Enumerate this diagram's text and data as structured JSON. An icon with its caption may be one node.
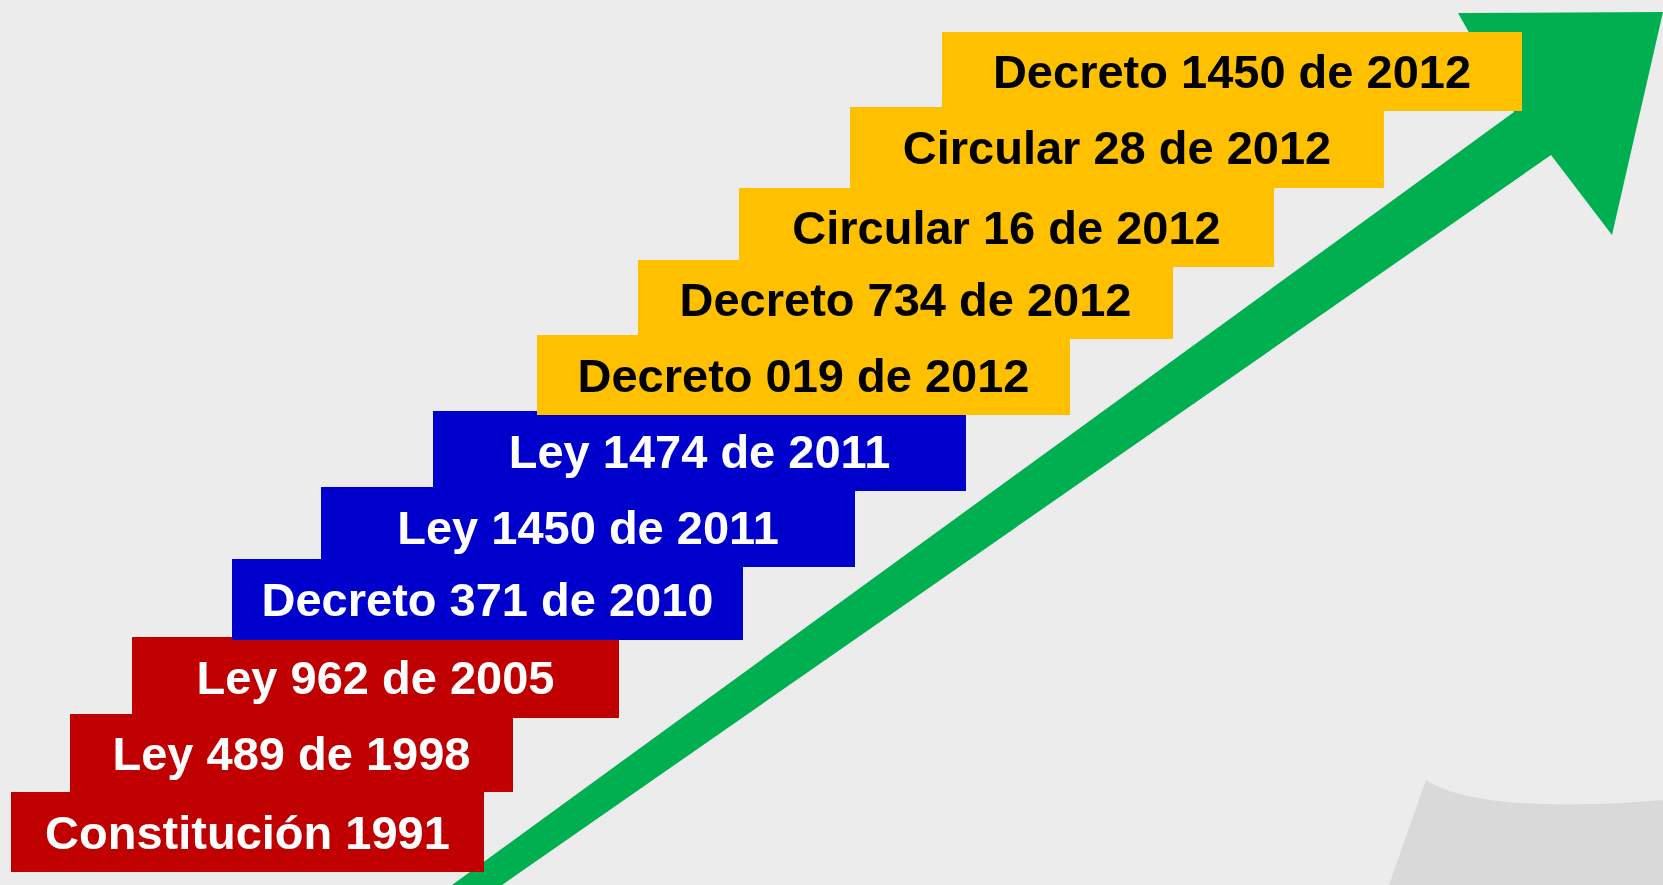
{
  "diagram": {
    "nodes": [
      {
        "text": [
          "Constitución 1991"
        ]
      },
      {
        "text": [
          "Ley 489 de 1998"
        ]
      },
      {
        "text": [
          "Ley 962 de 2005"
        ]
      },
      {
        "text": [
          "Decreto 371 de 2010"
        ]
      },
      {
        "text": [
          "Ley 1450 de 2011"
        ]
      },
      {
        "text": [
          "Ley 1474 de 2011"
        ]
      },
      {
        "text": [
          "Decreto 019 de 2012"
        ]
      },
      {
        "text": [
          "Decreto 734 de 2012"
        ]
      },
      {
        "text": [
          "Circular 16 de 2012"
        ]
      },
      {
        "text": [
          "Circular 28 de 2012"
        ]
      },
      {
        "text": [
          "Decreto 1450 de 2012"
        ]
      }
    ]
  }
}
